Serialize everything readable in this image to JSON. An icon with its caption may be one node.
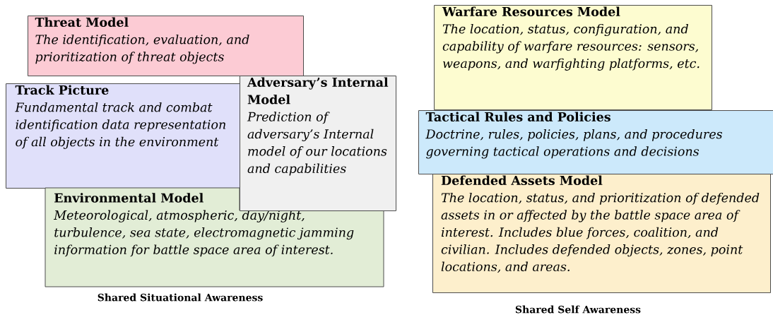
{
  "diagram": {
    "nodes": [
      {
        "text": [
          "Threat Model",
          "The identification, evaluation, and prioritization of threat objects"
        ]
      },
      {
        "text": [
          "Track Picture",
          "Fundamental track and combat identification data representation of all objects in the environment"
        ]
      },
      {
        "text": [
          "Environmental Model",
          "Meteorological, atmospheric, day/night, turbulence, sea state, electromagnetic jamming information for battle space area of interest."
        ]
      },
      {
        "text": [
          "Adversary’s Internal Model",
          "Prediction of adversary’s Internal model of our locations and capabilities"
        ]
      },
      {
        "text": [
          "Warfare Resources Model",
          "The location, status, configuration, and capability of warfare resources: sensors, weapons, and warfighting platforms, etc."
        ]
      },
      {
        "text": [
          "Tactical Rules and Policies",
          "Doctrine, rules, policies, plans, and procedures governing tactical operations and decisions"
        ]
      },
      {
        "text": [
          "Defended Assets Model",
          "The location, status, and prioritization of defended assets in or affected by the battle space area of interest. Includes blue forces, coalition, and civilian. Includes defended objects, zones, point locations, and areas."
        ]
      }
    ],
    "labels": [
      "Shared Situational Awareness",
      "Shared Self Awareness"
    ]
  }
}
